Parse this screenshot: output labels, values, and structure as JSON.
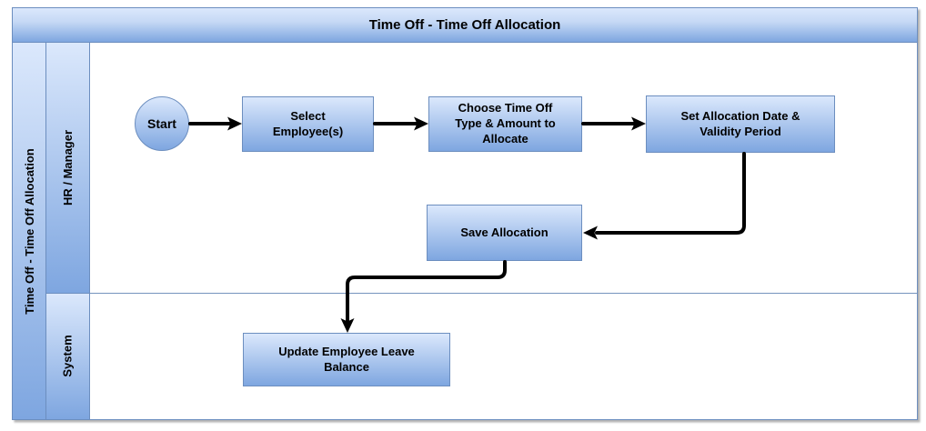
{
  "diagram": {
    "title": "Time Off - Time Off Allocation",
    "pool_label": "Time Off - Time Off Allocation",
    "lanes": [
      {
        "id": "hr-manager",
        "label": "HR / Manager"
      },
      {
        "id": "system",
        "label": "System"
      }
    ],
    "nodes": [
      {
        "id": "start",
        "type": "start-event",
        "lane": "HR / Manager",
        "label": "Start"
      },
      {
        "id": "select-employees",
        "type": "task",
        "lane": "HR / Manager",
        "label": "Select Employee(s)"
      },
      {
        "id": "choose-time-off",
        "type": "task",
        "lane": "HR / Manager",
        "label": "Choose Time Off Type & Amount to Allocate"
      },
      {
        "id": "set-allocation-date",
        "type": "task",
        "lane": "HR / Manager",
        "label": "Set Allocation Date & Validity Period"
      },
      {
        "id": "save-allocation",
        "type": "task",
        "lane": "HR / Manager",
        "label": "Save Allocation"
      },
      {
        "id": "update-leave-balance",
        "type": "task",
        "lane": "System",
        "label": "Update Employee Leave Balance"
      }
    ],
    "connectors": [
      {
        "from": "start",
        "to": "select-employees"
      },
      {
        "from": "select-employees",
        "to": "choose-time-off"
      },
      {
        "from": "choose-time-off",
        "to": "set-allocation-date"
      },
      {
        "from": "set-allocation-date",
        "to": "save-allocation"
      },
      {
        "from": "save-allocation",
        "to": "update-leave-balance"
      }
    ],
    "colors": {
      "node_fill_top": "#dbe8fc",
      "node_fill_bottom": "#7ea6e0",
      "node_stroke": "#6c8ebf",
      "arrow": "#000000",
      "text": "#000000",
      "background": "#ffffff"
    }
  }
}
